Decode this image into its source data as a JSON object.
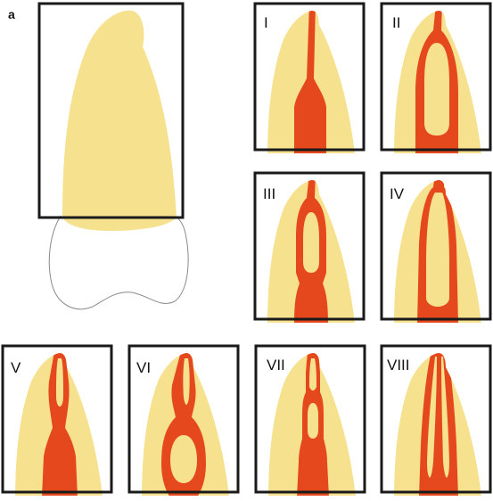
{
  "figure": {
    "label": "a",
    "colors": {
      "tooth": "#f6e18f",
      "canal": "#e6481e",
      "frame": "#1a1a1a",
      "root_outline": "#8a8a8a",
      "background": "#ffffff"
    }
  },
  "panels": [
    {
      "key": "I",
      "label": "I",
      "pattern": "type-1"
    },
    {
      "key": "II",
      "label": "II",
      "pattern": "type-2"
    },
    {
      "key": "III",
      "label": "III",
      "pattern": "type-3"
    },
    {
      "key": "IV",
      "label": "IV",
      "pattern": "type-4"
    },
    {
      "key": "V",
      "label": "V",
      "pattern": "type-5"
    },
    {
      "key": "VI",
      "label": "VI",
      "pattern": "type-6"
    },
    {
      "key": "VII",
      "label": "VII",
      "pattern": "type-7"
    },
    {
      "key": "VIII",
      "label": "VIII",
      "pattern": "type-8"
    }
  ]
}
